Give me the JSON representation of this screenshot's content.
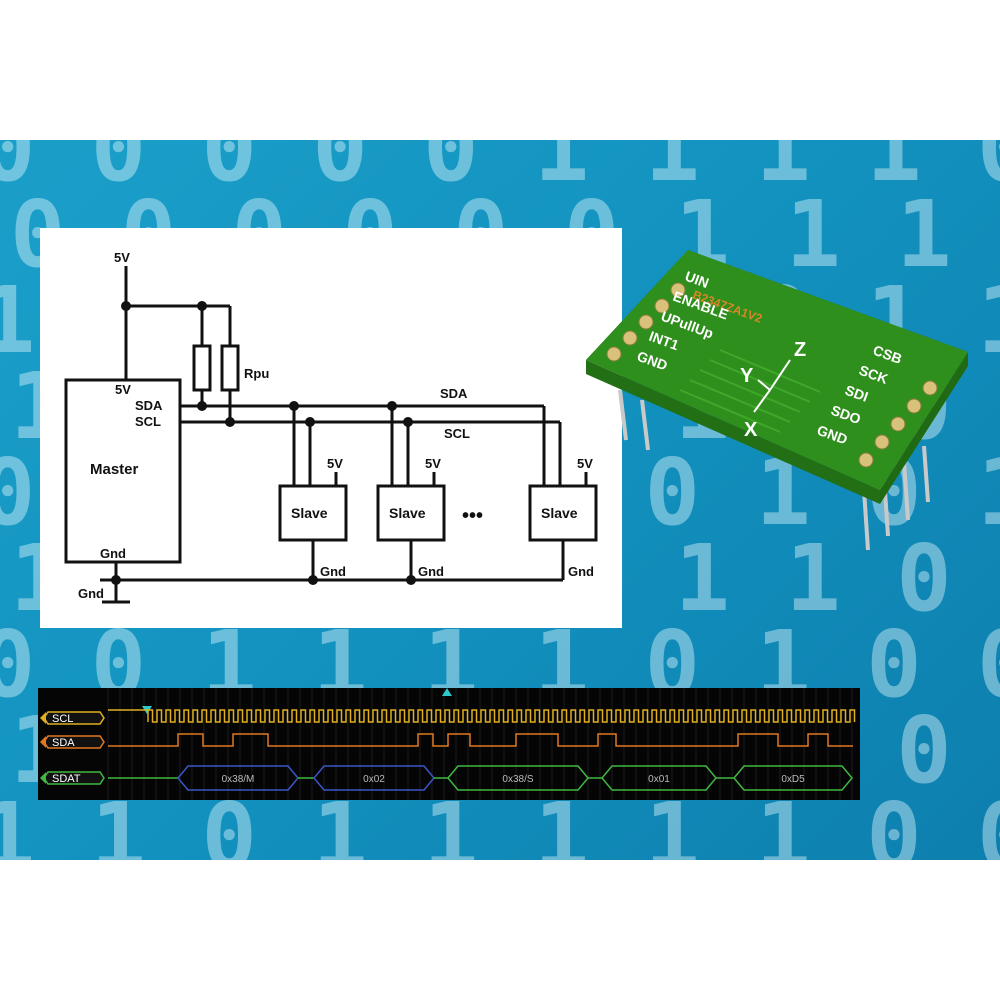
{
  "binary_rows": [
    "0000011110000010",
    "0000001110010111",
    "1110100011101011",
    "1101101101110001",
    "0110100101110011",
    "1110001101010110",
    "0011110100011110",
    "1011100100010011",
    "1101111100011001"
  ],
  "schematic": {
    "supply_top": "5V",
    "master": {
      "label": "Master",
      "vcc": "5V",
      "sda": "SDA",
      "scl": "SCL",
      "gnd": "Gnd"
    },
    "pullup_label": "Rpu",
    "bus_sda": "SDA",
    "bus_scl": "SCL",
    "ground_label": "Gnd",
    "ellipsis": "•••",
    "slaves": [
      {
        "label": "Slave",
        "vcc": "5V",
        "gnd": "Gnd"
      },
      {
        "label": "Slave",
        "vcc": "5V",
        "gnd": "Gnd"
      },
      {
        "label": "Slave",
        "vcc": "5V",
        "gnd": "Gnd"
      }
    ]
  },
  "board": {
    "left_labels": [
      "UIN",
      "ENABLE",
      "UPullUp",
      "INT1",
      "GND"
    ],
    "right_labels": [
      "CSB",
      "SCK",
      "SDI",
      "SDO",
      "GND"
    ],
    "part_number": "B2347ZA1V2",
    "axes": [
      "Z",
      "Y",
      "X"
    ],
    "colors": {
      "pcb": "#2f8f1c",
      "silk": "#ffffff",
      "orange": "#d9862a"
    }
  },
  "scope": {
    "channels": [
      {
        "label": "SCL",
        "color": "#e0b020"
      },
      {
        "label": "SDA",
        "color": "#e07820"
      },
      {
        "label": "SDAT",
        "color": "#40b840"
      }
    ],
    "decode": [
      {
        "text": "0x38/M",
        "color": "#3a56c8"
      },
      {
        "text": "0x02",
        "color": "#3a56c8"
      },
      {
        "text": "0x38/S",
        "color": "#40b840"
      },
      {
        "text": "0x01",
        "color": "#40b840"
      },
      {
        "text": "0xD5",
        "color": "#40b840"
      }
    ],
    "marker_colors": {
      "trigger": "#2ec8c8"
    }
  }
}
